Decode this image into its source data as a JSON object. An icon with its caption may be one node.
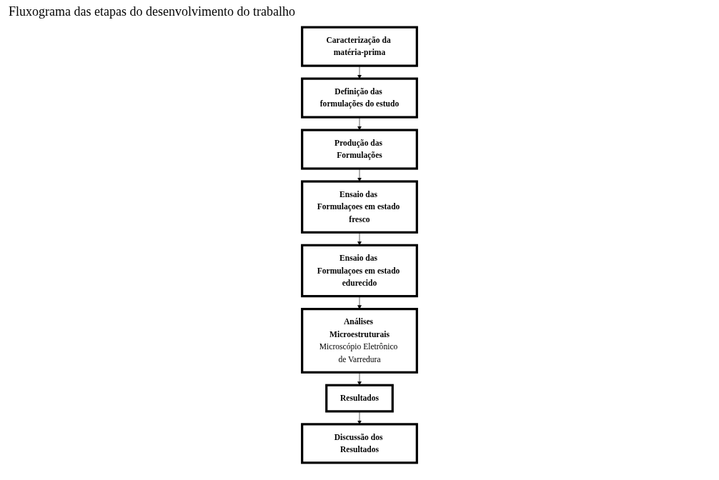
{
  "diagram": {
    "title": "Fluxograma das etapas do desenvolvimento do trabalho",
    "nodes": [
      {
        "text": [
          "Caracterização da matéria-prima"
        ]
      },
      {
        "text": [
          "Definição das formulações do estudo"
        ]
      },
      {
        "text": [
          "Produção das Formulações"
        ]
      },
      {
        "text": [
          "Ensaio das Formulaçoes em estado fresco"
        ]
      },
      {
        "text": [
          "Ensaio das Formulaçoes em estado edurecido"
        ]
      },
      {
        "text": [
          "Análises Microestruturais",
          "Microscópio Eletrônico de Varredura"
        ]
      },
      {
        "text": [
          "Resultados"
        ]
      },
      {
        "text": [
          "Discussão dos Resultados"
        ]
      }
    ],
    "edges": [
      {
        "from": 0,
        "to": 1,
        "arrow": "to"
      },
      {
        "from": 1,
        "to": 2,
        "arrow": "to"
      },
      {
        "from": 2,
        "to": 3,
        "arrow": "to"
      },
      {
        "from": 3,
        "to": 4,
        "arrow": "to"
      },
      {
        "from": 4,
        "to": 5,
        "arrow": "to"
      },
      {
        "from": 5,
        "to": 6,
        "arrow": "to"
      },
      {
        "from": 6,
        "to": 7,
        "arrow": "to"
      }
    ]
  }
}
